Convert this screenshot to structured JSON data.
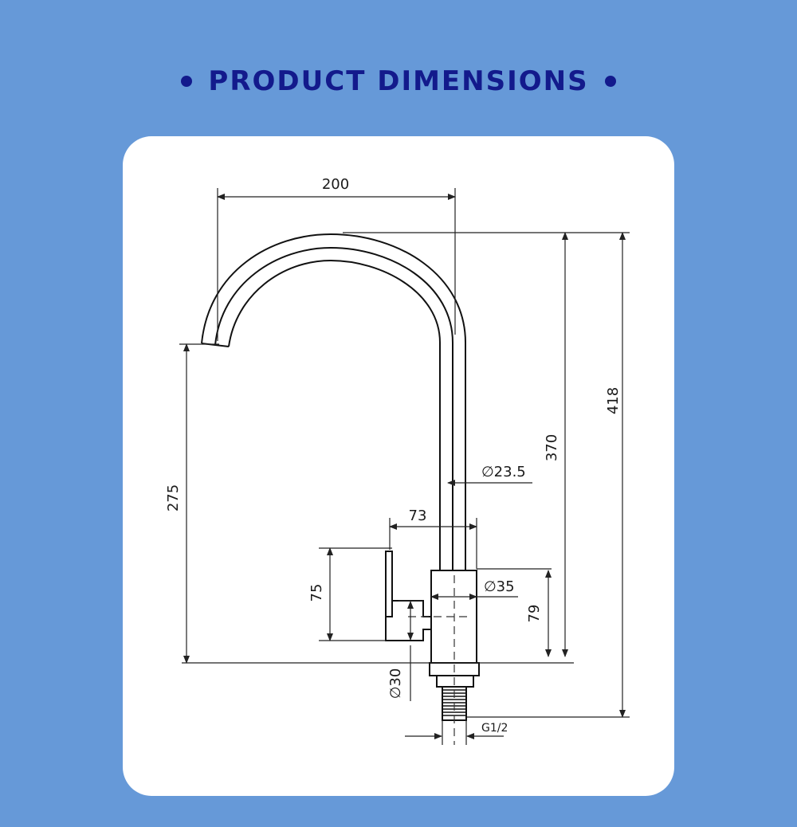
{
  "header": {
    "title": "PRODUCT DIMENSIONS"
  },
  "dimensions": {
    "overall_reach": "200",
    "spout_height": "275",
    "total_height": "418",
    "body_height": "370",
    "tube_diameter": "∅23.5",
    "handle_reach": "73",
    "handle_height": "75",
    "body_diameter": "∅35",
    "body_base_height": "79",
    "handle_hub_diameter": "∅30",
    "thread": "G1/2"
  },
  "colors": {
    "background": "#6699d8",
    "title": "#131a8c",
    "card": "#ffffff",
    "lines": "#111111"
  }
}
